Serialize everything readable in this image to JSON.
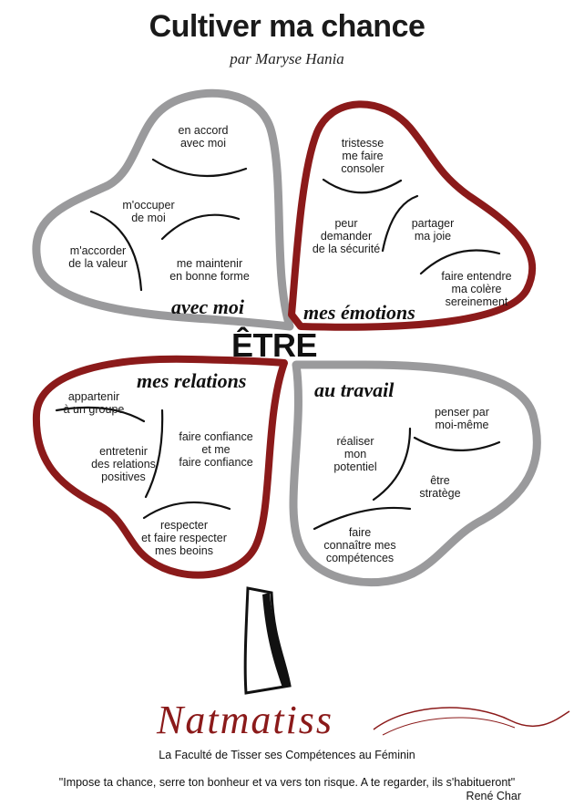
{
  "header": {
    "title": "Cultiver ma chance",
    "author": "par Maryse Hania"
  },
  "center": "ÊTRE",
  "leaves": {
    "top_left": {
      "name": "avec moi",
      "items": [
        "en accord\navec moi",
        "m'occuper\nde moi",
        "m'accorder\nde la valeur",
        "me maintenir\nen bonne forme"
      ]
    },
    "top_right": {
      "name": "mes émotions",
      "items": [
        "tristesse\nme faire\nconsoler",
        "peur\ndemander\nde la sécurité",
        "partager\nma joie",
        "faire entendre\nma colère\nsereinement"
      ]
    },
    "bottom_left": {
      "name": "mes relations",
      "items": [
        "appartenir\nà un groupe",
        "entretenir\ndes relations\npositives",
        "faire confiance\net me\nfaire confiance",
        "respecter\net faire respecter\nmes beoins"
      ]
    },
    "bottom_right": {
      "name": "au travail",
      "items": [
        "penser par\nmoi-même",
        "réaliser\nmon\npotentiel",
        "être\nstratège",
        "faire\nconnaître mes\ncompétences"
      ]
    }
  },
  "footer": {
    "brand": "Natmatiss",
    "tagline": "La Faculté de Tisser ses Compétences au Féminin",
    "quote": "\"Impose ta chance, serre ton bonheur et va vers ton risque. A te regarder, ils s'habitueront\"",
    "quote_author": "René Char"
  },
  "colors": {
    "grey_leaf": "#9a9a9c",
    "red_leaf": "#8b1a1a",
    "stem": "#111111"
  }
}
